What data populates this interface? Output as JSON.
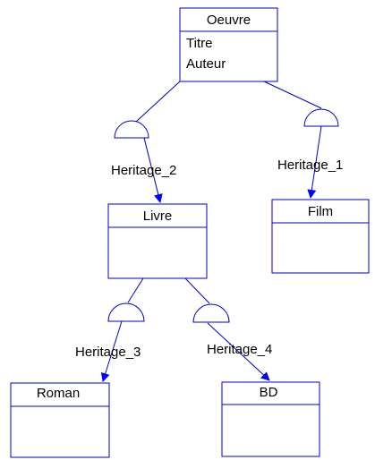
{
  "colors": {
    "stroke": "#0000cc",
    "arrow": "#0000ff",
    "text": "#000000",
    "background": "#ffffff"
  },
  "classes": [
    {
      "id": "oeuvre",
      "name": "Oeuvre",
      "attributes": [
        "Titre",
        "Auteur"
      ]
    },
    {
      "id": "livre",
      "name": "Livre",
      "attributes": []
    },
    {
      "id": "film",
      "name": "Film",
      "attributes": []
    },
    {
      "id": "roman",
      "name": "Roman",
      "attributes": []
    },
    {
      "id": "bd",
      "name": "BD",
      "attributes": []
    }
  ],
  "inheritances": [
    {
      "id": "heritage_2",
      "label": "Heritage_2",
      "parent": "oeuvre",
      "child": "livre"
    },
    {
      "id": "heritage_1",
      "label": "Heritage_1",
      "parent": "oeuvre",
      "child": "film"
    },
    {
      "id": "heritage_3",
      "label": "Heritage_3",
      "parent": "livre",
      "child": "roman"
    },
    {
      "id": "heritage_4",
      "label": "Heritage_4",
      "parent": "livre",
      "child": "bd"
    }
  ]
}
